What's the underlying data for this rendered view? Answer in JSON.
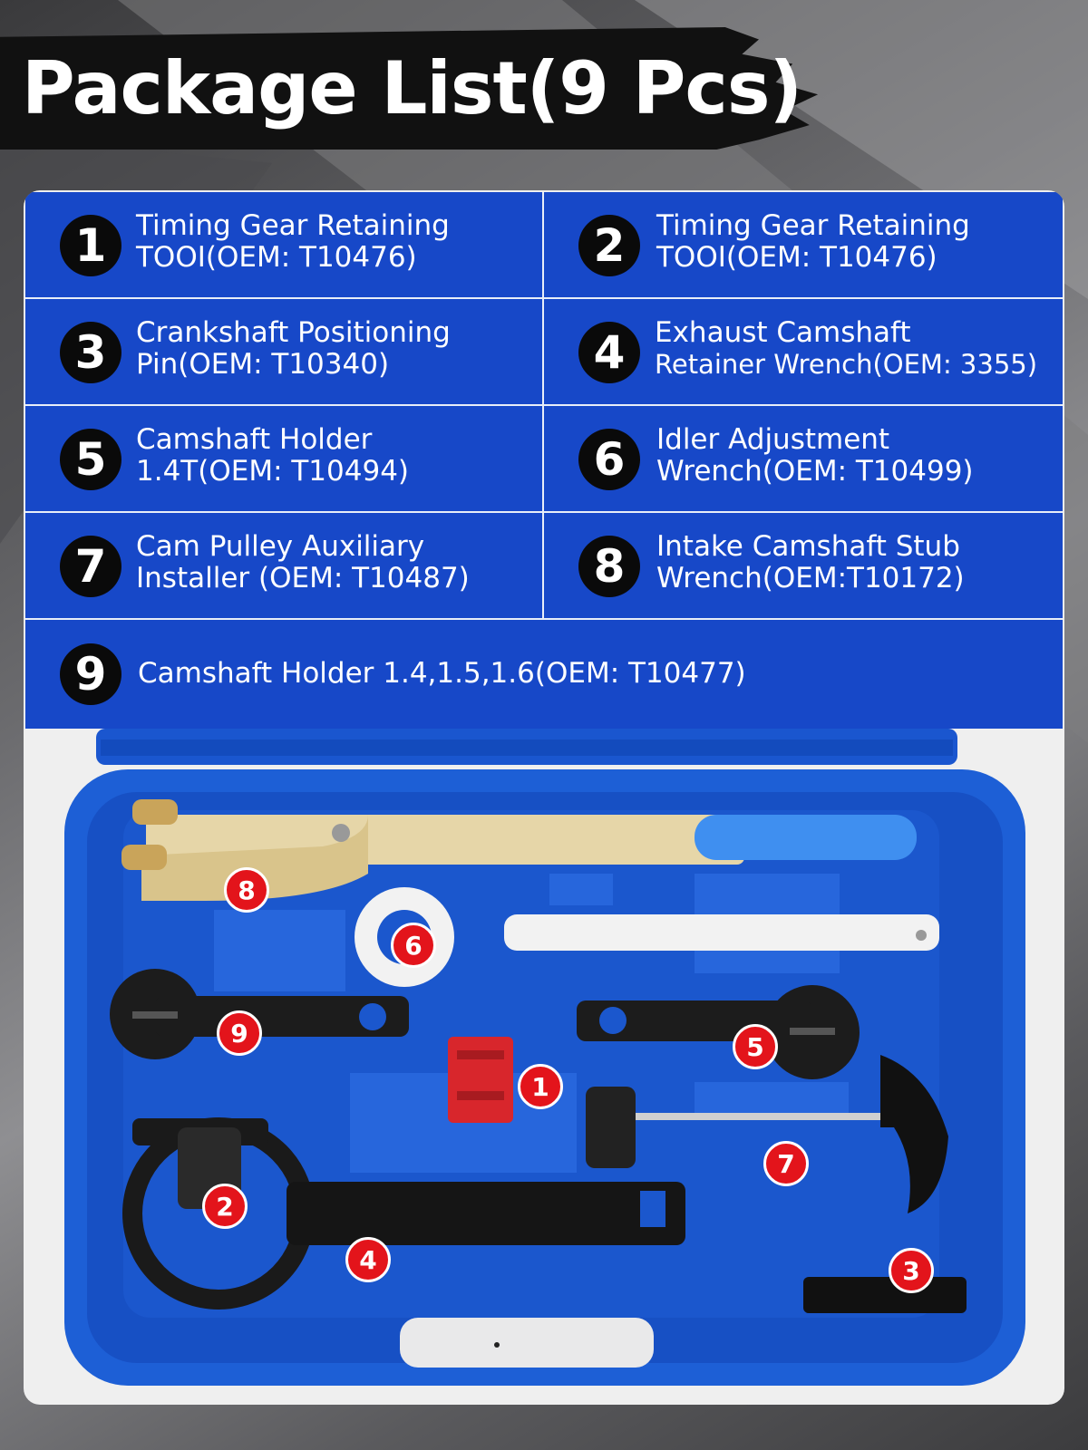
{
  "header": {
    "title": "Package List(9 Pcs)"
  },
  "items": [
    {
      "number": "1",
      "line1": "Timing Gear Retaining",
      "line2": "TOOI(OEM: T10476)"
    },
    {
      "number": "2",
      "line1": "Timing Gear Retaining",
      "line2": "TOOI(OEM: T10476)"
    },
    {
      "number": "3",
      "line1": "Crankshaft Positioning",
      "line2": "Pin(OEM: T10340)"
    },
    {
      "number": "4",
      "line1": "Exhaust Camshaft",
      "line2": "Retainer Wrench(OEM: 3355)"
    },
    {
      "number": "5",
      "line1": "Camshaft Holder",
      "line2": "1.4T(OEM: T10494)"
    },
    {
      "number": "6",
      "line1": "Idler Adjustment",
      "line2": "Wrench(OEM: T10499)"
    },
    {
      "number": "7",
      "line1": "Cam Pulley Auxiliary",
      "line2": "Installer (OEM: T10487)"
    },
    {
      "number": "8",
      "line1": "Intake Camshaft Stub",
      "line2": "Wrench(OEM:T10172)"
    },
    {
      "number": "9",
      "line1": "Camshaft Holder 1.4,1.5,1.6(OEM: T10477)"
    }
  ],
  "photo_markers": [
    "8",
    "6",
    "9",
    "5",
    "1",
    "7",
    "2",
    "4",
    "3"
  ],
  "colors": {
    "panel_blue": "#1748c8",
    "case_blue": "#1d5fd6",
    "marker_red": "#e3141b",
    "badge_black": "#0a0a0a"
  }
}
